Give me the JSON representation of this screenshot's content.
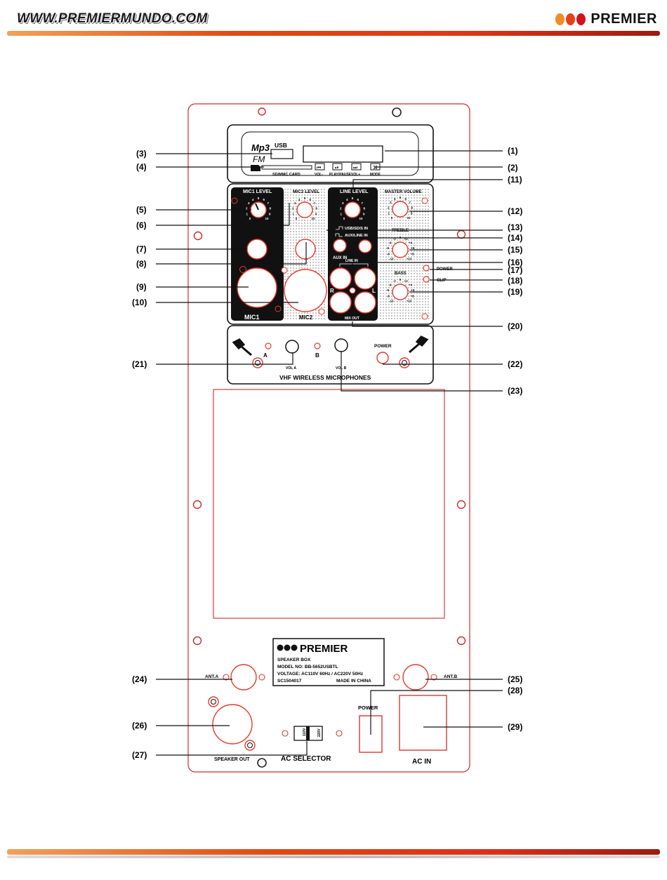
{
  "header": {
    "site_url": "WWW.PREMIERMUNDO.COM",
    "brand_name": "PREMIER",
    "brand_dot_colors": [
      "#f28c28",
      "#e8401c",
      "#d0141a"
    ]
  },
  "diagram": {
    "callouts": [
      "(1)",
      "(2)",
      "(3)",
      "(4)",
      "(5)",
      "(6)",
      "(7)",
      "(8)",
      "(9)",
      "(10)",
      "(11)",
      "(12)",
      "(13)",
      "(14)",
      "(15)",
      "(16)",
      "(17)",
      "(18)",
      "(19)",
      "(20)",
      "(21)",
      "(22)",
      "(23)",
      "(24)",
      "(25)",
      "(26)",
      "(27)",
      "(28)",
      "(29)"
    ],
    "mp3_module": {
      "mp3_label": "Mp3",
      "usb_label": "USB",
      "fm_label": "FM",
      "sd_card_label": "SD/MMC CARD",
      "buttons": [
        "VOL-",
        "PLAY/PAUSE",
        "VOL+",
        "MODE"
      ]
    },
    "mixer": {
      "mic1_level": "MIC1 LEVEL",
      "mic2_level": "MIC2 LEVEL",
      "line_level": "LINE LEVEL",
      "master_volume": "MASTER VOLUME",
      "treble": "TREBLE",
      "bass": "BASS",
      "power_led": "POWER",
      "clip_led": "CLIP",
      "usb_sd_in": "USB/SD/S IN",
      "aux_line_in": "AUX/LINE IN",
      "aux_in": "AUX IN",
      "line_in": "LINE IN",
      "mix_out": "MIX OUT",
      "jack_r": "R",
      "jack_l": "L",
      "mic1": "MIC1",
      "mic2": "MIC2",
      "scale_numbers": [
        "0",
        "1",
        "2",
        "3",
        "4",
        "5",
        "6",
        "7",
        "8",
        "9",
        "10"
      ],
      "tone_numbers": [
        "-10",
        "-8",
        "-6",
        "-4",
        "-2",
        "0",
        "+2",
        "+4",
        "+6",
        "+8",
        "+10"
      ]
    },
    "wireless": {
      "title": "VHF WIRELESS MICROPHONES",
      "vol_a": "VOL A",
      "vol_b": "VOL B",
      "channel_a": "A",
      "channel_b": "B",
      "power": "POWER"
    },
    "nameplate": {
      "brand": "PREMIER",
      "line1": "SPEAKER BOX",
      "line2": "MODEL NO: BB-5652USBTL",
      "line3": "VOLTAGE: AC110V 60Hz / AC220V 50Hz",
      "serial": "SC1504017",
      "origin": "MADE IN CHINA"
    },
    "bottom": {
      "ant_a": "ANT.A",
      "ant_b": "ANT.B",
      "speaker_out": "SPEAKER OUT",
      "ac_selector": "AC SELECTOR",
      "volt_110": "110V",
      "volt_220": "220V",
      "power": "POWER",
      "ac_in": "AC IN"
    }
  }
}
